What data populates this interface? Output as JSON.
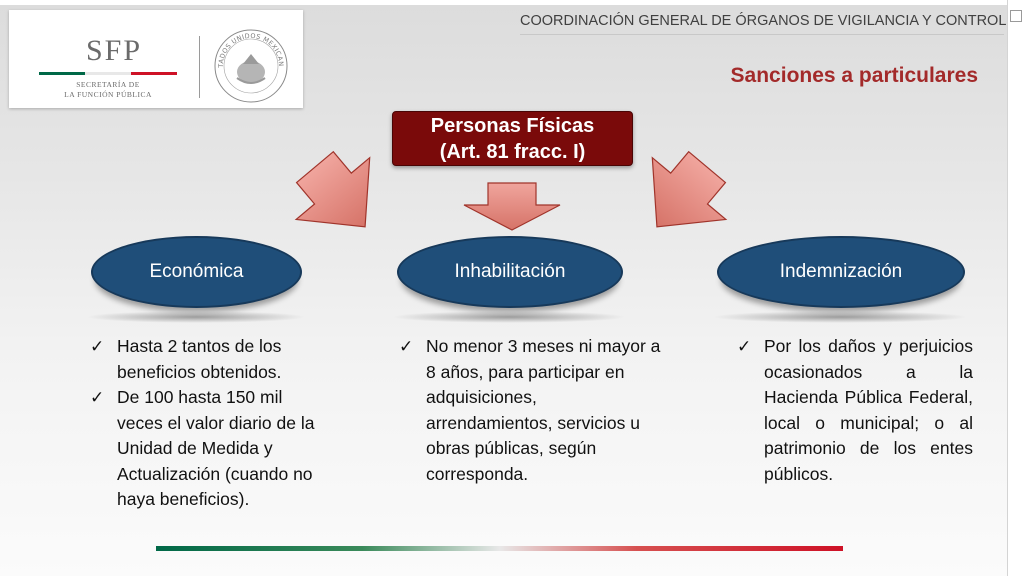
{
  "logo": {
    "acronym": "SFP",
    "subtitle": "SECRETARÍA DE\nLA FUNCIÓN PÚBLICA",
    "seal_label": "ESTADOS UNIDOS MEXICANOS",
    "tricolor": [
      "#006847",
      "#ffffff",
      "#ce1126"
    ]
  },
  "header": {
    "organization": "COORDINACIÓN GENERAL DE ÓRGANOS DE VIGILANCIA Y CONTROL",
    "title": "Sanciones a particulares"
  },
  "diagram": {
    "root": {
      "line1": "Personas Físicas",
      "line2": "(Art. 81 fracc. I)"
    },
    "branches": [
      {
        "label": "Económica",
        "items": [
          "Hasta 2 tantos de los beneficios obtenidos.",
          "De 100 hasta 150 mil veces el valor diario de la Unidad de Medida y Actualización (cuando no haya beneficios)."
        ]
      },
      {
        "label": "Inhabilitación",
        "items": [
          "No menor 3 meses ni mayor a 8 años, para participar en adquisiciones, arrendamientos, servicios u obras públicas, según corresponda."
        ]
      },
      {
        "label": "Indemnización",
        "items": [
          "Por los daños y perjuicios ocasionados a la Hacienda Pública Federal, local o municipal; o al patrimonio de los entes públicos."
        ]
      }
    ]
  },
  "colors": {
    "root_fill": "#7a0a0a",
    "ellipse_fill": "#1f4e79",
    "arrow_fill": "#e58f86",
    "arrow_stroke": "#a0342b",
    "title": "#a32a2a"
  },
  "icons": {
    "bullet": "check-icon"
  }
}
